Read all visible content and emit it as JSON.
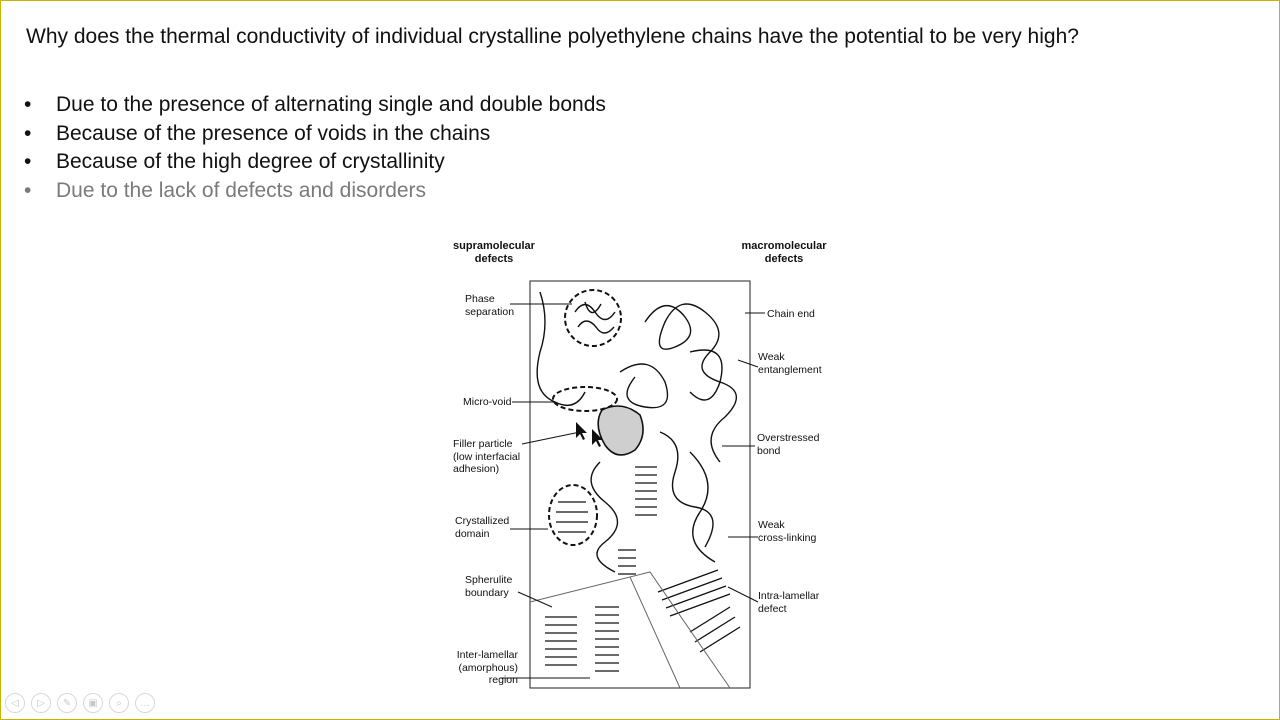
{
  "question": "Why does the thermal conductivity of individual crystalline polyethylene chains have the potential to be very high?",
  "options": [
    {
      "text": "Due to the presence of alternating single and double bonds",
      "dim": false
    },
    {
      "text": "Because of the presence of voids in the chains",
      "dim": false
    },
    {
      "text": "Because of the high degree of crystallinity",
      "dim": false
    },
    {
      "text": "Due to the lack of defects and disorders",
      "dim": true
    }
  ],
  "bullet_char": "•",
  "figure": {
    "left_header": "supramolecular\ndefects",
    "right_header": "macromolecular\ndefects",
    "labels": {
      "phase_separation": "Phase\nseparation",
      "micro_void": "Micro-void",
      "filler_particle": "Filler particle\n(low interfacial\nadhesion)",
      "crystallized_domain": "Crystallized\ndomain",
      "spherulite_boundary": "Spherulite\nboundary",
      "inter_lamellar": "Inter-lamellar\n(amorphous)\nregion",
      "chain_end": "Chain end",
      "weak_entanglement": "Weak\nentanglement",
      "overstressed_bond": "Overstressed\nbond",
      "weak_crosslinking": "Weak\ncross-linking",
      "intra_lamellar": "Intra-lamellar\ndefect"
    }
  },
  "toolbar_icons": [
    "back-icon",
    "play-icon",
    "pen-icon",
    "slides-icon",
    "zoom-icon",
    "more-icon"
  ],
  "toolbar_glyphs": [
    "◁",
    "▷",
    "✎",
    "▣",
    "⌕",
    "…"
  ],
  "colors": {
    "frame": "#c8b400",
    "dim_text": "#7a7a7a"
  }
}
